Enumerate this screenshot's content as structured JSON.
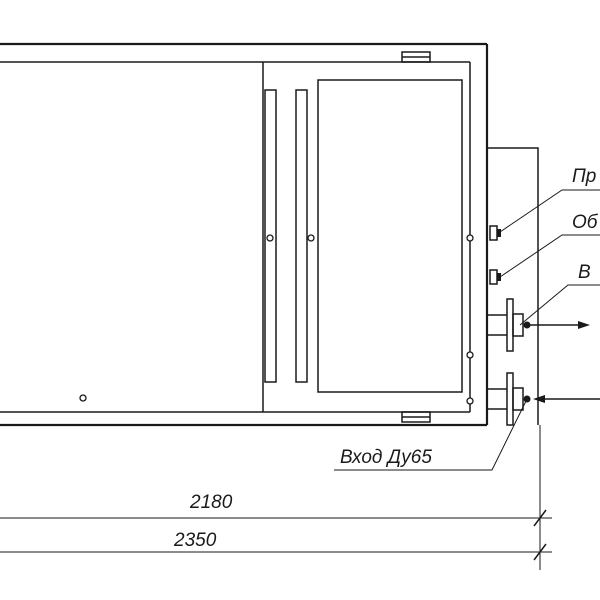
{
  "callouts": {
    "top": "Пр",
    "second": "Об",
    "third": "В",
    "inlet": "Вход Ду65"
  },
  "dimensions": {
    "inner_width": "2180",
    "overall_width": "2350"
  }
}
